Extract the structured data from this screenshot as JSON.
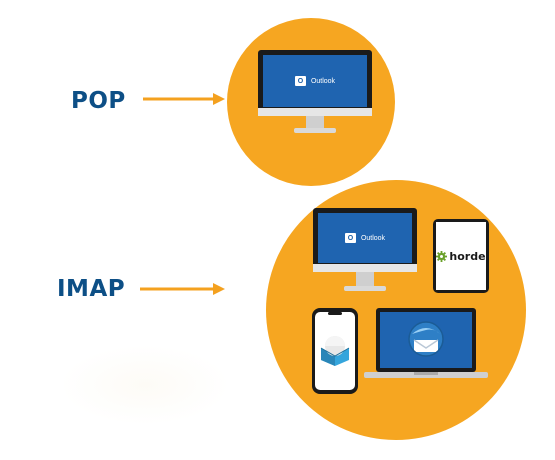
{
  "labels": {
    "pop": "POP",
    "imap": "IMAP"
  },
  "apps": {
    "outlook": "Outlook",
    "horde": "horde"
  },
  "colors": {
    "label_text": "#0d4f86",
    "arrow": "#f4a11f",
    "circle": "#f6a621",
    "outlook_blue": "#1f64b0",
    "device_dark": "#1a1a1a"
  }
}
